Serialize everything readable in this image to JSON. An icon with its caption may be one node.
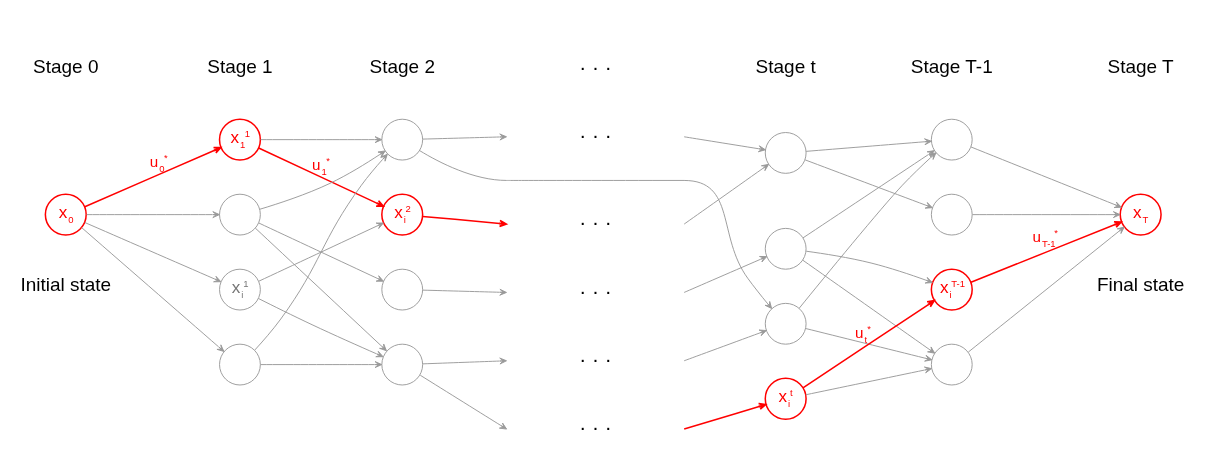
{
  "diagram": {
    "nodes": [
      {
        "text": [
          "x$_{0}$"
        ],
        "beside": [
          "Initial state"
        ]
      },
      {
        "text": [
          "x$_{1}$$^{1}$"
        ]
      },
      {
        "text": [],
        "shape": "circle"
      },
      {
        "text": [
          "x$_{i}$$^{1}$"
        ]
      },
      {
        "text": [],
        "shape": "circle"
      },
      {
        "text": [],
        "shape": "circle"
      },
      {
        "text": [
          "x$_{i}$$^{2}$"
        ]
      },
      {
        "text": [],
        "shape": "circle"
      },
      {
        "text": [],
        "shape": "circle"
      },
      {
        "text": [],
        "shape": "circle"
      },
      {
        "text": [],
        "shape": "circle"
      },
      {
        "text": [],
        "shape": "circle"
      },
      {
        "text": [
          "x$_{i}$$^{t}$"
        ]
      },
      {
        "text": [],
        "shape": "circle"
      },
      {
        "text": [],
        "shape": "circle"
      },
      {
        "text": [
          "x$_{i}$$^{T-1}$"
        ]
      },
      {
        "text": [],
        "shape": "circle"
      },
      {
        "text": [
          "x$_{T}$"
        ],
        "beside": [
          "Final state"
        ]
      }
    ],
    "edges": [
      {
        "from": 0,
        "to": 1,
        "arrow": "to",
        "label": "u$_{0}$$^{*}$",
        "color": "#ff0000"
      },
      {
        "from": 0,
        "to": 2,
        "arrow": "to"
      },
      {
        "from": 0,
        "to": 3,
        "arrow": "to"
      },
      {
        "from": 0,
        "to": 4,
        "arrow": "to"
      },
      {
        "from": 1,
        "to": 5,
        "arrow": "to"
      },
      {
        "from": 1,
        "to": 6,
        "arrow": "to",
        "label": "u$_{1}$$^{*}$",
        "color": "#ff0000"
      },
      {
        "from": 2,
        "to": 5,
        "arrow": "to"
      },
      {
        "from": 2,
        "to": 7,
        "arrow": "to"
      },
      {
        "from": 2,
        "to": 8,
        "arrow": "to"
      },
      {
        "from": 3,
        "to": 6,
        "arrow": "to"
      },
      {
        "from": 3,
        "to": 8,
        "arrow": "to"
      },
      {
        "from": 4,
        "to": 5,
        "arrow": "to"
      },
      {
        "from": 4,
        "to": 8,
        "arrow": "to"
      },
      {
        "from": 5,
        "to": null,
        "arrow": "to"
      },
      {
        "from": 5,
        "to": 11,
        "arrow": "to"
      },
      {
        "from": 6,
        "to": null,
        "arrow": "to",
        "color": "#ff0000"
      },
      {
        "from": 7,
        "to": null,
        "arrow": "to"
      },
      {
        "from": 8,
        "to": null,
        "arrow": "to"
      },
      {
        "from": 8,
        "to": null,
        "arrow": "to"
      },
      {
        "from": null,
        "to": 9,
        "arrow": "to"
      },
      {
        "from": null,
        "to": 9,
        "arrow": "to"
      },
      {
        "from": null,
        "to": 10,
        "arrow": "to"
      },
      {
        "from": null,
        "to": 11,
        "arrow": "to"
      },
      {
        "from": null,
        "to": 12,
        "arrow": "to",
        "color": "#ff0000"
      },
      {
        "from": 9,
        "to": 13,
        "arrow": "to"
      },
      {
        "from": 9,
        "to": 14,
        "arrow": "to"
      },
      {
        "from": 10,
        "to": 13,
        "arrow": "to"
      },
      {
        "from": 10,
        "to": 15,
        "arrow": "to"
      },
      {
        "from": 10,
        "to": 16,
        "arrow": "to"
      },
      {
        "from": 11,
        "to": 13,
        "arrow": "to"
      },
      {
        "from": 11,
        "to": 16,
        "arrow": "to"
      },
      {
        "from": 12,
        "to": 15,
        "arrow": "to",
        "label": "u$_{t}$$^{*}$",
        "color": "#ff0000"
      },
      {
        "from": 12,
        "to": 16,
        "arrow": "to"
      },
      {
        "from": 13,
        "to": 17,
        "arrow": "to"
      },
      {
        "from": 14,
        "to": 17,
        "arrow": "to"
      },
      {
        "from": 15,
        "to": 17,
        "arrow": "to",
        "label": "u$_{T-1}$$^{*}$",
        "color": "#ff0000"
      },
      {
        "from": 16,
        "to": 17,
        "arrow": "to"
      }
    ],
    "labels": [
      "Stage 0",
      "Stage 1",
      "Stage 2",
      "Stage t",
      "Stage T-1",
      "Stage T",
      "· · ·",
      "· · ·",
      "· · ·",
      "· · ·",
      "· · ·",
      "· · ·"
    ]
  }
}
